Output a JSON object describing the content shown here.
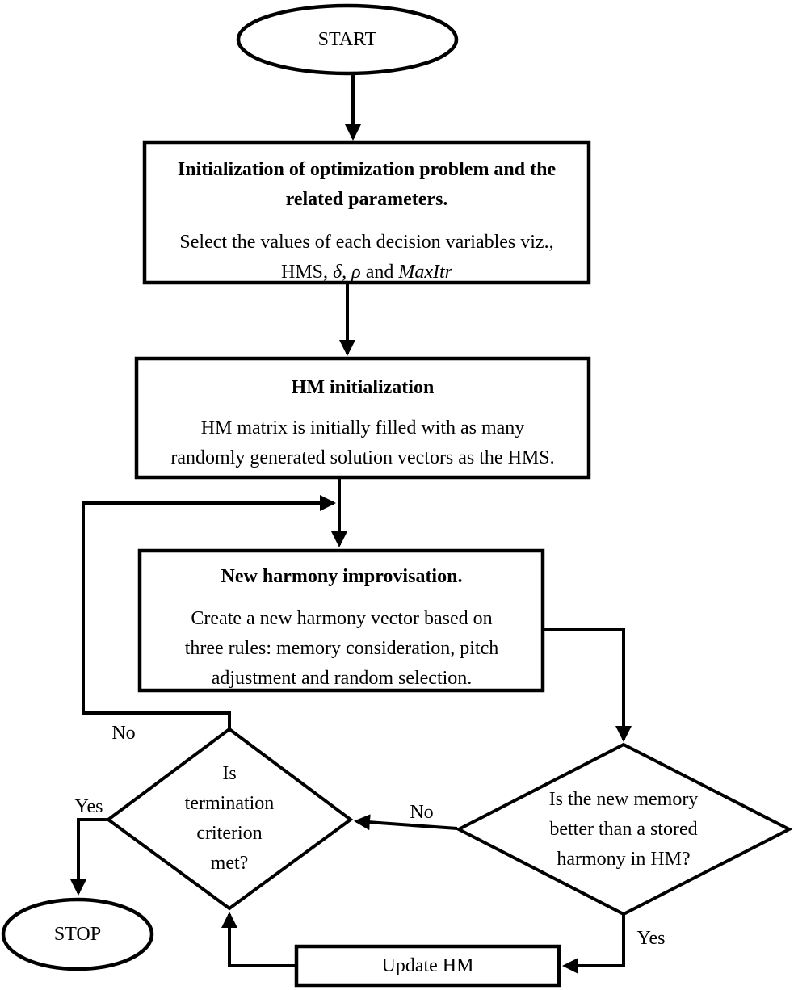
{
  "diagram": {
    "start_label": "START",
    "stop_label": "STOP",
    "init_box": {
      "title_line1": "Initialization of optimization problem and the",
      "title_line2": "related parameters.",
      "body_line1": "Select the values of each decision variables viz.,",
      "body_line2_parts": {
        "t1": "HMS, ",
        "sym1": "δ",
        "t2": ", ",
        "sym2": "ρ",
        "t3": " and ",
        "sym3": "MaxItr"
      }
    },
    "hm_box": {
      "title": "HM initialization",
      "body_line1": "HM matrix is initially filled with as many",
      "body_line2": "randomly generated solution vectors as the HMS."
    },
    "improv_box": {
      "title": "New harmony improvisation.",
      "body_line1": "Create a new harmony vector based on",
      "body_line2": "three rules: memory consideration, pitch",
      "body_line3": "adjustment and random selection."
    },
    "termination_diamond": {
      "line1": "Is",
      "line2": "termination",
      "line3": "criterion",
      "line4": "met?"
    },
    "memory_diamond": {
      "line1": "Is the new memory",
      "line2": "better than a stored",
      "line3": "harmony in HM?"
    },
    "update_box_label": "Update HM",
    "edge_labels": {
      "termination_no": "No",
      "termination_yes": "Yes",
      "memory_no": "No",
      "memory_yes": "Yes"
    },
    "colors": {
      "stroke": "#000000",
      "background": "#ffffff"
    }
  }
}
